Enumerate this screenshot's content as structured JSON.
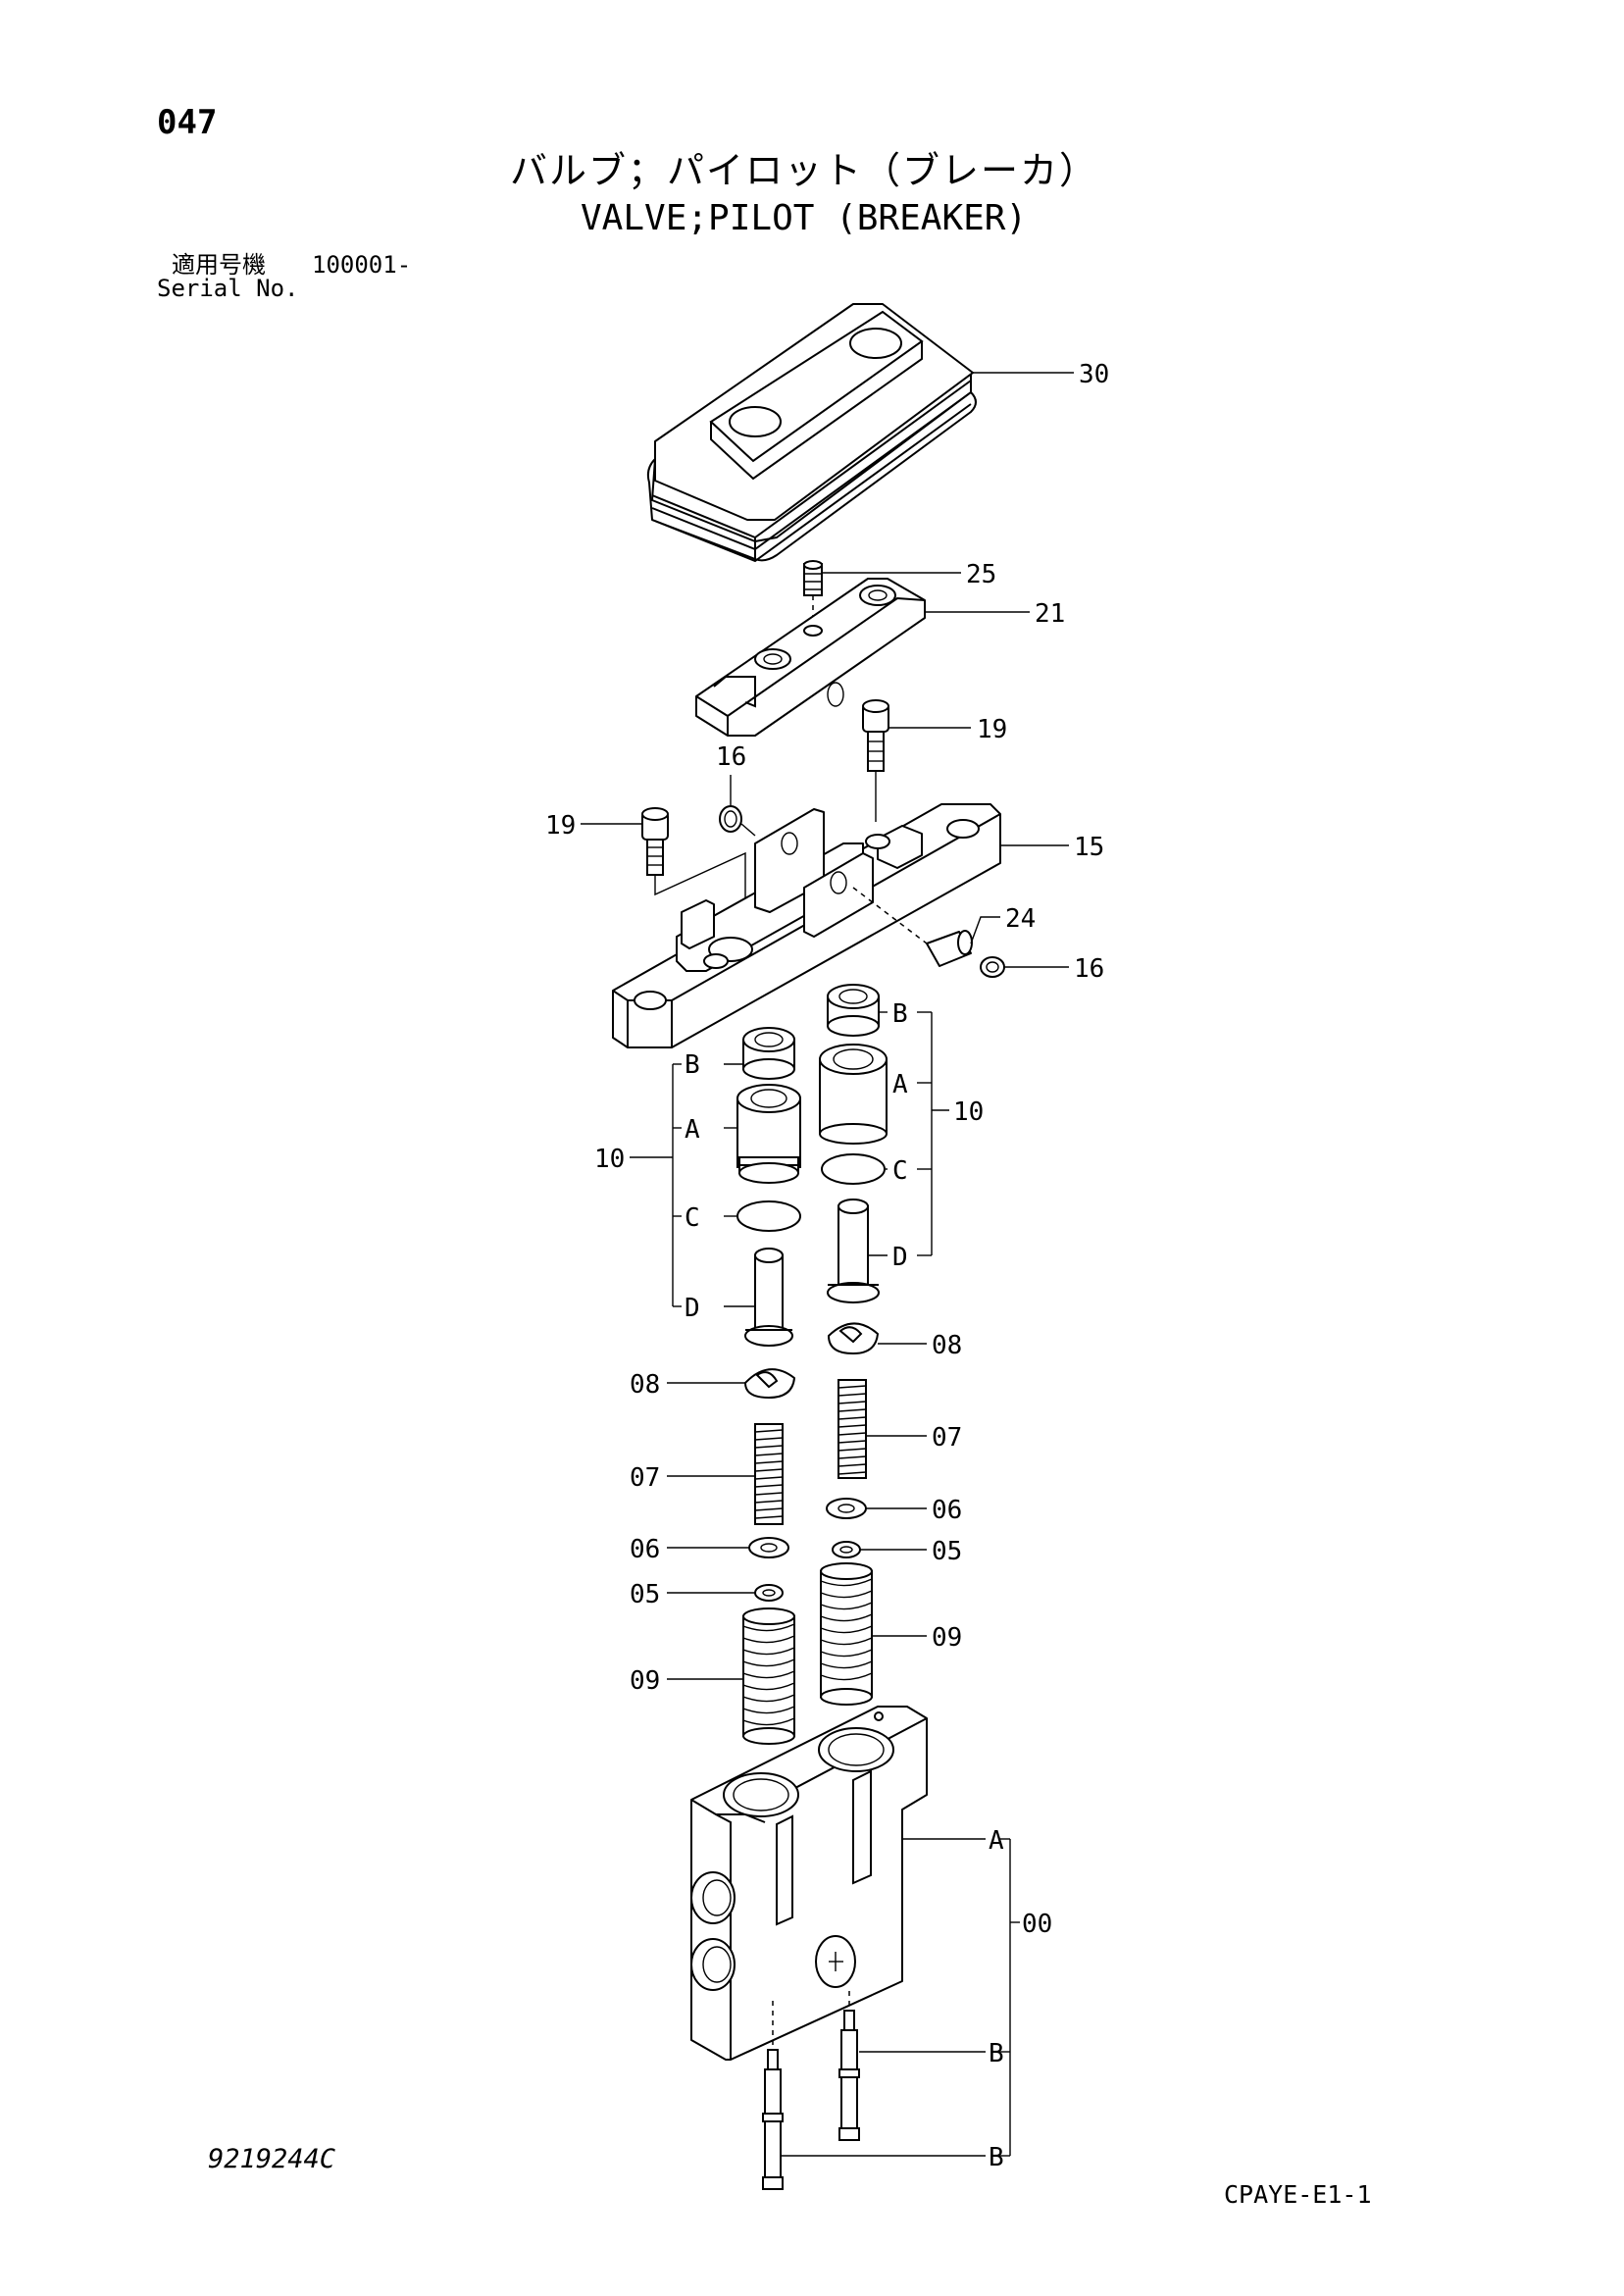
{
  "header": {
    "page_number": "047",
    "title_jp": "バルブ；パイロット（ブレーカ）",
    "title_en": "VALVE;PILOT (BREAKER)",
    "serial_label_jp": "適用号機",
    "serial_number": "100001-",
    "serial_label_en": "Serial No."
  },
  "callouts": [
    {
      "id": "c-30",
      "label": "30"
    },
    {
      "id": "c-25",
      "label": "25"
    },
    {
      "id": "c-21",
      "label": "21"
    },
    {
      "id": "c-19-right",
      "label": "19"
    },
    {
      "id": "c-16-top",
      "label": "16"
    },
    {
      "id": "c-19-left",
      "label": "19"
    },
    {
      "id": "c-15",
      "label": "15"
    },
    {
      "id": "c-24",
      "label": "24"
    },
    {
      "id": "c-16-right",
      "label": "16"
    },
    {
      "id": "c-10-left",
      "label": "10"
    },
    {
      "id": "c-10-right",
      "label": "10"
    },
    {
      "id": "c-B-left",
      "label": "B"
    },
    {
      "id": "c-A-left",
      "label": "A"
    },
    {
      "id": "c-C-left",
      "label": "C"
    },
    {
      "id": "c-D-left",
      "label": "D"
    },
    {
      "id": "c-B-right",
      "label": "B"
    },
    {
      "id": "c-A-right",
      "label": "A"
    },
    {
      "id": "c-C-right",
      "label": "C"
    },
    {
      "id": "c-D-right",
      "label": "D"
    },
    {
      "id": "c-08-left",
      "label": "08"
    },
    {
      "id": "c-08-right",
      "label": "08"
    },
    {
      "id": "c-07-left",
      "label": "07"
    },
    {
      "id": "c-07-right",
      "label": "07"
    },
    {
      "id": "c-06-left",
      "label": "06"
    },
    {
      "id": "c-06-right",
      "label": "06"
    },
    {
      "id": "c-05-left",
      "label": "05"
    },
    {
      "id": "c-05-right",
      "label": "05"
    },
    {
      "id": "c-09-left",
      "label": "09"
    },
    {
      "id": "c-09-right",
      "label": "09"
    },
    {
      "id": "c-00",
      "label": "00"
    },
    {
      "id": "c-A-body",
      "label": "A"
    },
    {
      "id": "c-B-body1",
      "label": "B"
    },
    {
      "id": "c-B-body2",
      "label": "B"
    }
  ],
  "footer": {
    "drawing_number": "9219244C",
    "page_code": "CPAYE-E1-1"
  }
}
